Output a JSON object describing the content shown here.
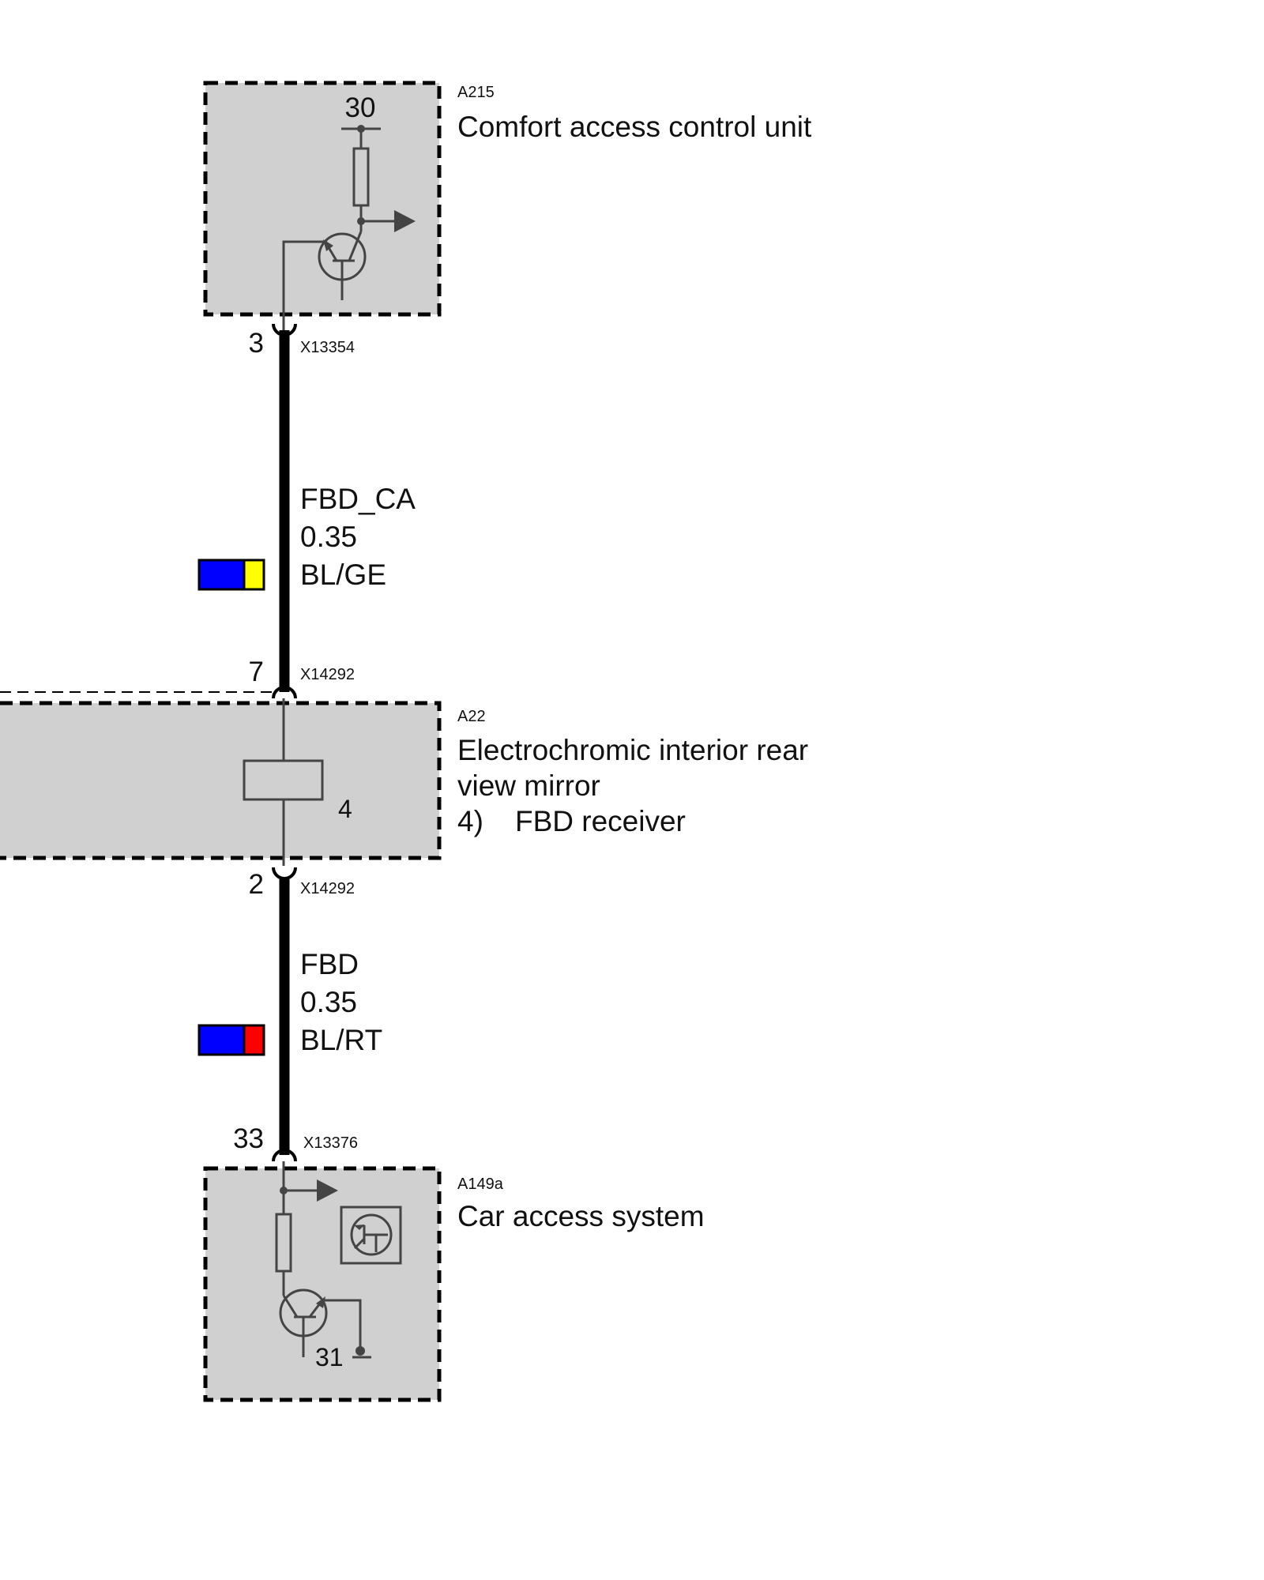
{
  "components": {
    "top": {
      "id": "A215",
      "name": "Comfort access control unit",
      "supply_terminal": "30"
    },
    "middle": {
      "id": "A22",
      "name_line1": "Electrochromic interior rear",
      "name_line2": "view mirror",
      "note_number": "4)",
      "note_text": "FBD receiver",
      "inner_label": "4"
    },
    "bottom": {
      "id": "A149a",
      "name": "Car access system",
      "ground_terminal": "31"
    }
  },
  "connectors": {
    "top_pin": "3",
    "top_conn": "X13354",
    "mid_in_pin": "7",
    "mid_in_conn": "X14292",
    "mid_out_pin": "2",
    "mid_out_conn": "X14292",
    "bottom_pin": "33",
    "bottom_conn": "X13376"
  },
  "wires": [
    {
      "signal": "FBD_CA",
      "cross_section": "0.35",
      "color_code": "BL/GE",
      "base_color": "#0000ff",
      "stripe_color": "#ffff00"
    },
    {
      "signal": "FBD",
      "cross_section": "0.35",
      "color_code": "BL/RT",
      "base_color": "#0000ff",
      "stripe_color": "#ff0000"
    }
  ]
}
